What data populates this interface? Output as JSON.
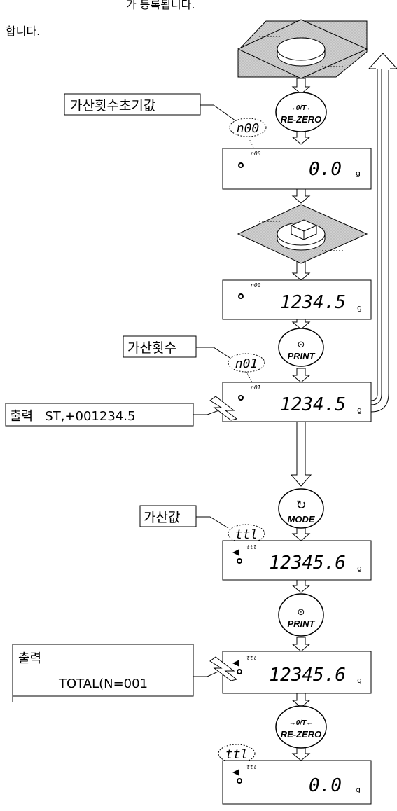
{
  "header": {
    "line1": "가 등록됩니다.",
    "line2": "합니다."
  },
  "labels": {
    "initial_count": "가산횟수초기값",
    "add_count": "가산횟수",
    "output1": "출력   ST,+001234.5",
    "add_value": "가산값",
    "output2_title": "출력",
    "output2_value": "TOTAL(N=001"
  },
  "buttons": {
    "rezero_top": "→0/T←",
    "rezero_bottom": "RE-ZERO",
    "print_symbol": "⊙",
    "print_label": "PRINT",
    "mode_symbol": "↻",
    "mode_label": "MODE"
  },
  "bubbles": {
    "n00": "n00",
    "n01": "n01",
    "ttl": "ttl"
  },
  "displays": [
    {
      "tag": "n00",
      "value": "0.0",
      "unit": "g"
    },
    {
      "tag": "n00",
      "value": "1234.5",
      "unit": "g"
    },
    {
      "tag": "n01",
      "value": "1234.5",
      "unit": "g"
    },
    {
      "tag": "ttl",
      "value": "12345.6",
      "unit": "g"
    },
    {
      "tag": "ttl",
      "value": "12345.6",
      "unit": "g"
    },
    {
      "tag": "ttl",
      "value": "0.0",
      "unit": "g"
    }
  ]
}
